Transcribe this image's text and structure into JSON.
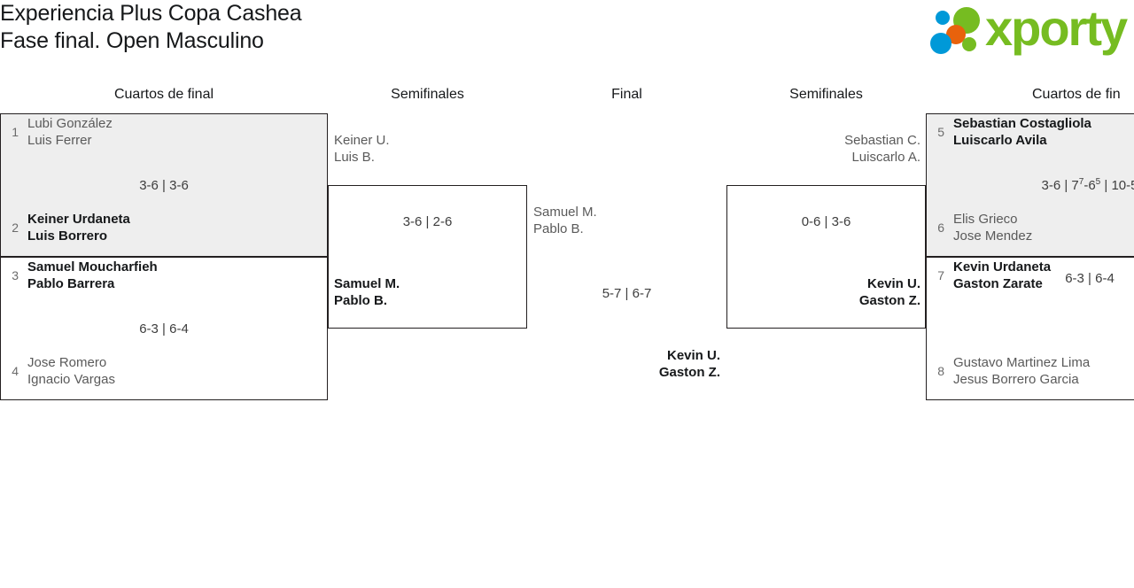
{
  "header": {
    "title_line_1": "Experiencia Plus Copa Cashea",
    "title_line_2": "Fase final. Open Masculino"
  },
  "logo": {
    "wordmark": "xporty",
    "green": "#76bc21",
    "blue": "#0099d8",
    "orange": "#e8620c"
  },
  "rounds": {
    "qf_left": "Cuartos de final",
    "sf_left": "Semifinales",
    "final": "Final",
    "sf_right": "Semifinales",
    "qf_right": "Cuartos de fin"
  },
  "quarterfinals": {
    "match_1": {
      "score": "3-6 | 3-6",
      "top": {
        "seed": "1",
        "player_1": "Lubi González",
        "player_2": "Luis Ferrer",
        "winner": false
      },
      "bottom": {
        "seed": "2",
        "player_1": "Keiner Urdaneta",
        "player_2": "Luis Borrero",
        "winner": true
      }
    },
    "match_2": {
      "score": "6-3 | 6-4",
      "top": {
        "seed": "3",
        "player_1": "Samuel Moucharfieh",
        "player_2": "Pablo Barrera",
        "winner": true
      },
      "bottom": {
        "seed": "4",
        "player_1": "Jose Romero",
        "player_2": "Ignacio Vargas",
        "winner": false
      }
    },
    "match_3": {
      "score_part_1": "3-6 | 7",
      "score_sup_1": "7",
      "score_part_2": "-6",
      "score_sup_2": "5",
      "score_part_3": " | 10-5",
      "top": {
        "seed": "5",
        "player_1": "Sebastian Costagliola",
        "player_2": "Luiscarlo Avila",
        "winner": true
      },
      "bottom": {
        "seed": "6",
        "player_1": "Elis Grieco",
        "player_2": "Jose Mendez",
        "winner": false
      }
    },
    "match_4": {
      "score": "6-3 | 6-4",
      "top": {
        "seed": "7",
        "player_1": "Kevin Urdaneta",
        "player_2": "Gaston Zarate",
        "winner": true
      },
      "bottom": {
        "seed": "8",
        "player_1": "Gustavo Martinez Lima",
        "player_2": "Jesus Borrero Garcia",
        "winner": false
      }
    }
  },
  "semifinals": {
    "left": {
      "score": "3-6 | 2-6",
      "top": {
        "player_1": "Keiner U.",
        "player_2": "Luis B.",
        "winner": false
      },
      "bottom": {
        "player_1": "Samuel M.",
        "player_2": "Pablo B.",
        "winner": true
      }
    },
    "right": {
      "score": "0-6 | 3-6",
      "top": {
        "player_1": "Sebastian C.",
        "player_2": "Luiscarlo A.",
        "winner": false
      },
      "bottom": {
        "player_1": "Kevin U.",
        "player_2": "Gaston Z.",
        "winner": true
      }
    }
  },
  "final": {
    "score": "5-7 | 6-7",
    "top": {
      "player_1": "Samuel M.",
      "player_2": "Pablo B.",
      "winner": false
    },
    "bottom": {
      "player_1": "Kevin U.",
      "player_2": "Gaston Z.",
      "winner": true
    }
  }
}
